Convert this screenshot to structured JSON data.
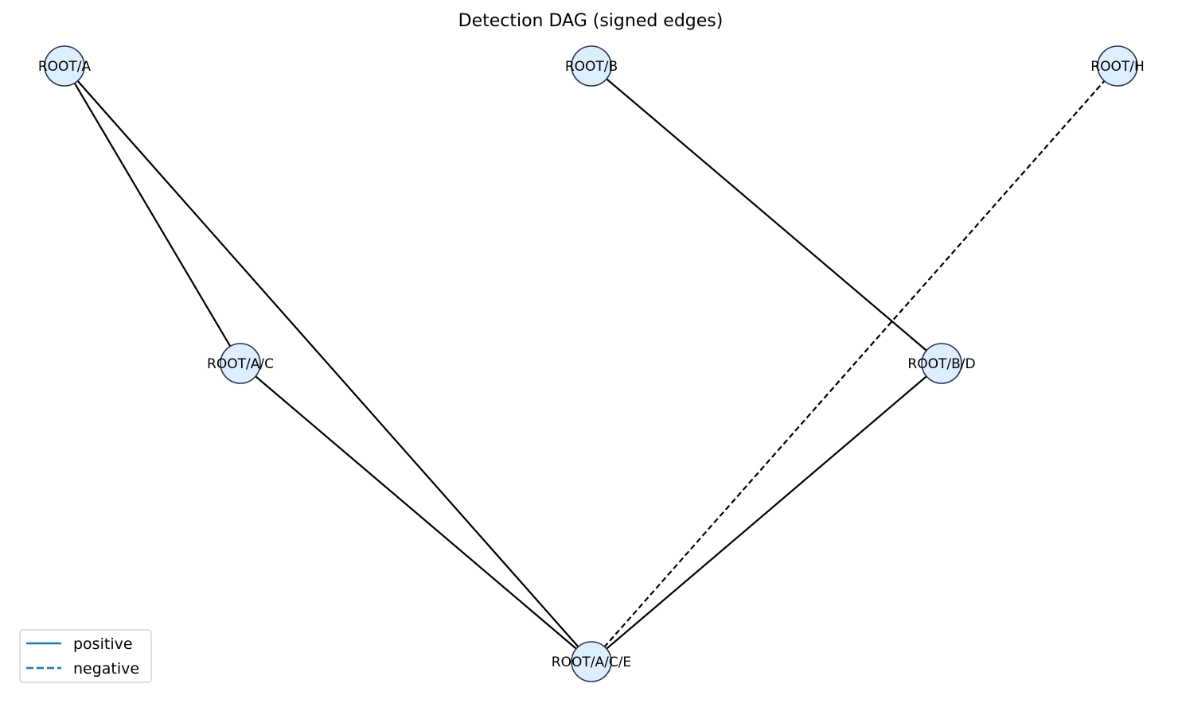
{
  "title": "Detection DAG (signed edges)",
  "nodes": [
    {
      "id": "ROOT/A",
      "label": "ROOT/A"
    },
    {
      "id": "ROOT/B",
      "label": "ROOT/B"
    },
    {
      "id": "ROOT/H",
      "label": "ROOT/H"
    },
    {
      "id": "ROOT/A/C",
      "label": "ROOT/A/C"
    },
    {
      "id": "ROOT/B/D",
      "label": "ROOT/B/D"
    },
    {
      "id": "ROOT/A/C/E",
      "label": "ROOT/A/C/E"
    }
  ],
  "edges": [
    {
      "from": "ROOT/A",
      "to": "ROOT/A/C",
      "sign": "positive"
    },
    {
      "from": "ROOT/A",
      "to": "ROOT/A/C/E",
      "sign": "positive"
    },
    {
      "from": "ROOT/B",
      "to": "ROOT/B/D",
      "sign": "positive"
    },
    {
      "from": "ROOT/H",
      "to": "ROOT/A/C/E",
      "sign": "negative"
    },
    {
      "from": "ROOT/A/C",
      "to": "ROOT/A/C/E",
      "sign": "positive"
    },
    {
      "from": "ROOT/B/D",
      "to": "ROOT/A/C/E",
      "sign": "positive"
    }
  ],
  "legend": {
    "items": [
      {
        "label": "positive",
        "style": "solid"
      },
      {
        "label": "negative",
        "style": "dashed"
      }
    ],
    "placement": "bottom-left"
  },
  "colors": {
    "edge": "#000000",
    "legend_line": "#1f77b4",
    "node_fill": "#ddeeff",
    "node_stroke": "#2b3350",
    "legend_border": "#cccccc"
  }
}
